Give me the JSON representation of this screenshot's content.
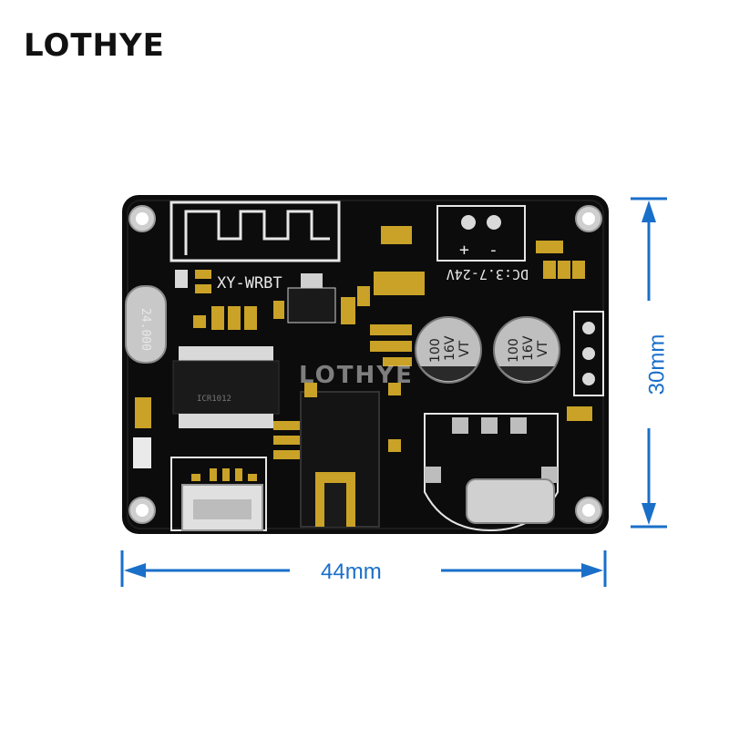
{
  "brand": "LOTHYE",
  "board": {
    "model": "XY-WRBT",
    "voltage": "DC:3.7-24V",
    "plus": "+",
    "minus": "-",
    "crystal": "24.000",
    "cap_value": "100",
    "cap_voltage": "16V",
    "cap_series": "VT",
    "watermark": "LOTHYE"
  },
  "dimensions": {
    "width": "44mm",
    "height": "30mm"
  },
  "colors": {
    "pcb": "#0c0c0c",
    "dimension": "#1a6fc9",
    "gold": "#c9a227"
  }
}
